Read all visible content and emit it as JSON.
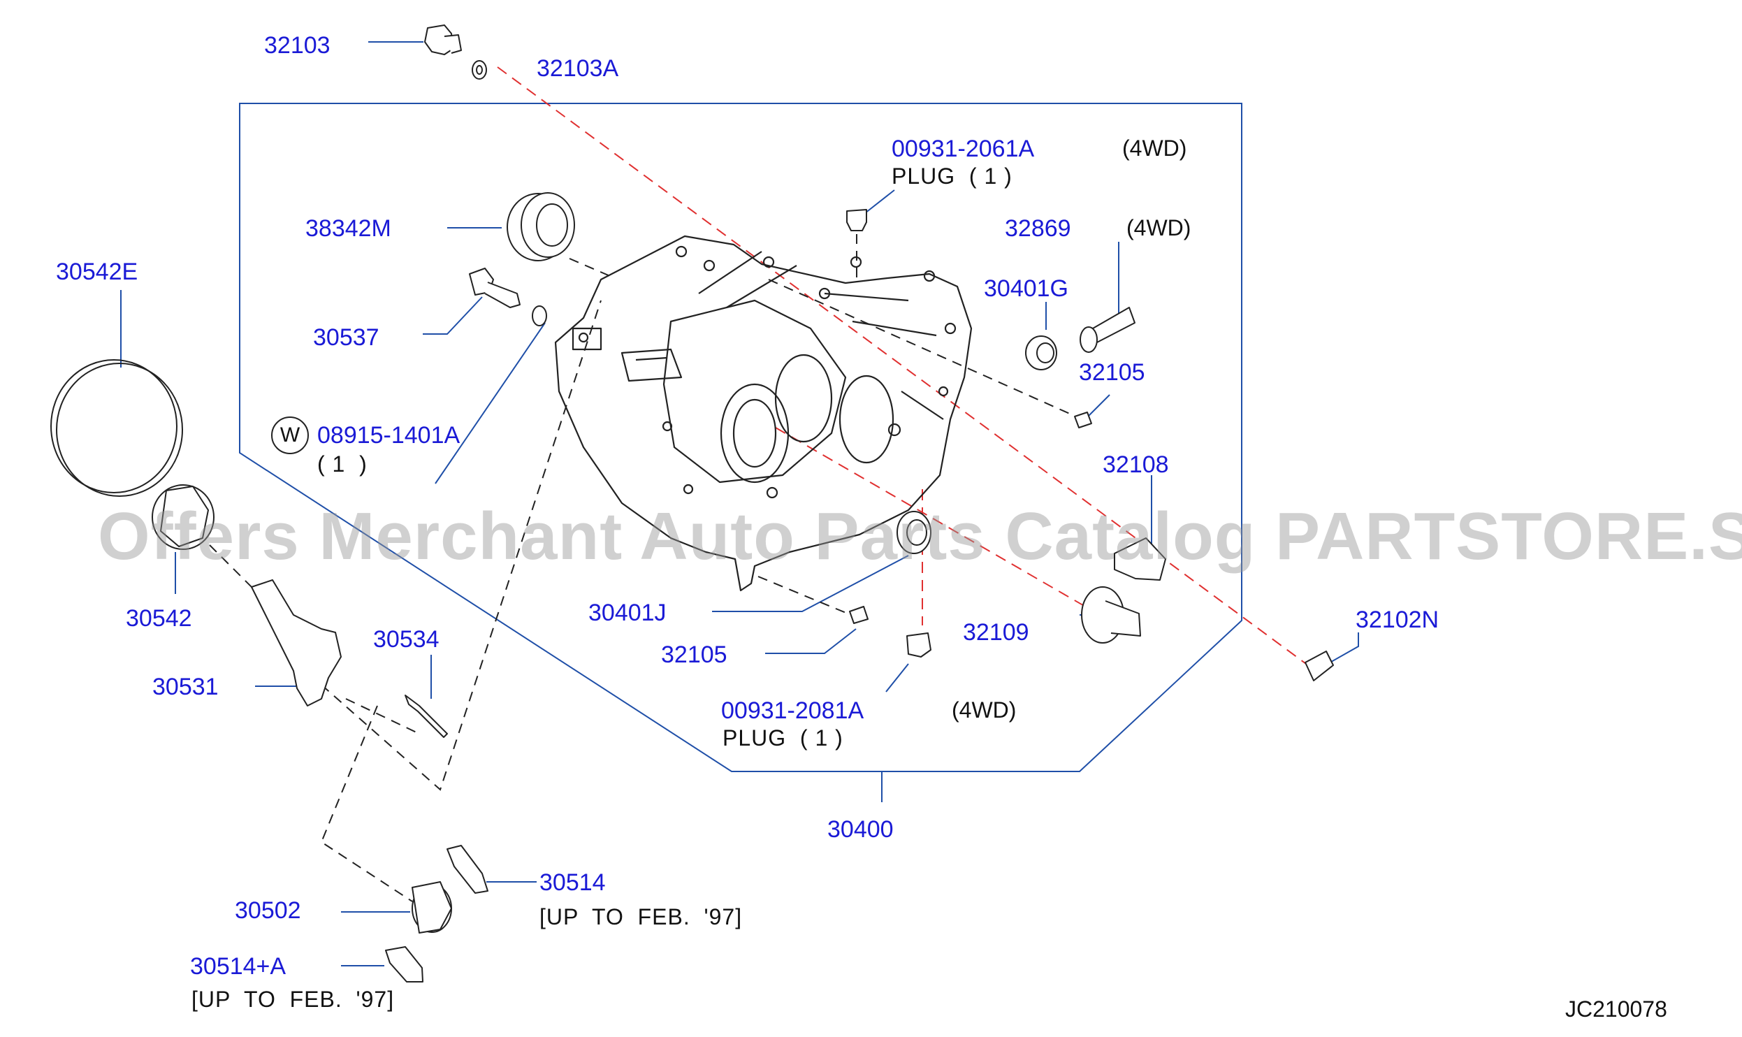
{
  "labels": {
    "p32103": "32103",
    "p32103A": "32103A",
    "p00931_2061A": "00931-2061A",
    "plug1_text": "PLUG  ( 1 )",
    "p4wd_a": "(4WD)",
    "p38342M": "38342M",
    "p32869": "32869",
    "p4wd_b": "(4WD)",
    "p30542E": "30542E",
    "p30401G": "30401G",
    "p30537": "30537",
    "p32105_a": "32105",
    "w_symbol": "W",
    "p08915_1401A": "08915-1401A",
    "qty_1": "( 1  )",
    "p32108": "32108",
    "p30542": "30542",
    "p30401J": "30401J",
    "p32109": "32109",
    "p32102N": "32102N",
    "p30534": "30534",
    "p32105_b": "32105",
    "p30531": "30531",
    "p00931_2081A": "00931-2081A",
    "p4wd_c": "(4WD)",
    "plug2_text": "PLUG  ( 1 )",
    "p30400": "30400",
    "p30514": "30514",
    "p30502": "30502",
    "upto_feb_a": "[UP  TO  FEB.  '97]",
    "p30514A": "30514+A",
    "upto_feb_b": "[UP  TO  FEB.  '97]",
    "diagram_code": "JC210078",
    "watermark": "Offers Merchant Auto Parts Catalog PARTSTORE.SA"
  },
  "colors": {
    "part_number": "#1a1ad6",
    "leader": "#1f4fa8",
    "dashed_red": "#e03030",
    "drawing": "#222222",
    "watermark": "#969696"
  }
}
